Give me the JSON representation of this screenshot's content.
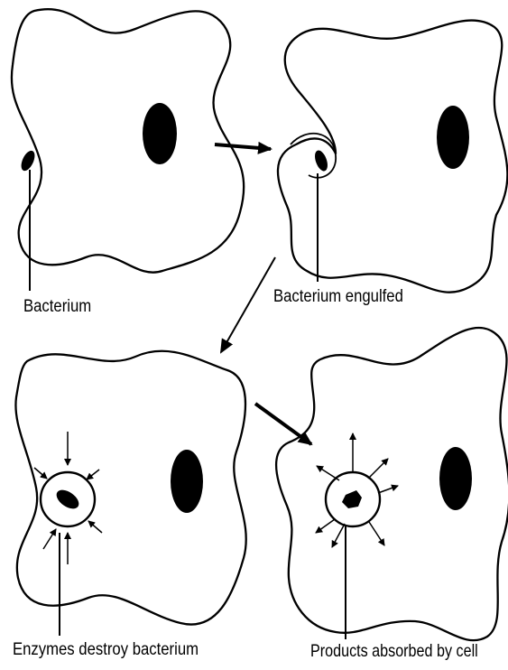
{
  "labels": {
    "stage1": "Bacterium",
    "stage2": "Bacterium engulfed",
    "stage3": "Enzymes destroy bacterium",
    "stage4": "Products absorbed by cell"
  },
  "colors": {
    "line": "#000000",
    "background": "#ffffff"
  }
}
